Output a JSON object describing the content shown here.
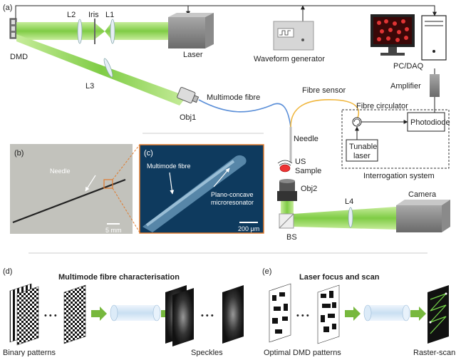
{
  "panels": {
    "a": "(a)",
    "b": "(b)",
    "c": "(c)",
    "d": "(d)",
    "e": "(e)"
  },
  "labels": {
    "dmd": "DMD",
    "l2": "L2",
    "iris": "Iris",
    "l1": "L1",
    "laser": "Laser",
    "waveform": "Waveform generator",
    "pc": "PC/DAQ",
    "amplifier": "Amplifier",
    "l3": "L3",
    "obj1": "Obj1",
    "mmf": "Multimode fibre",
    "fibre_sensor": "Fibre sensor",
    "fibre_circulator": "Fibre circulator",
    "photodiode": "Photodiode",
    "tunable1": "Tunable",
    "tunable2": "laser",
    "interrogation": "Interrogation system",
    "needle": "Needle",
    "us": "US",
    "sample": "Sample",
    "obj2": "Obj2",
    "l4": "L4",
    "camera": "Camera",
    "bs": "BS"
  },
  "inset_b": {
    "needle": "Needle",
    "scale": "5 mm"
  },
  "inset_c": {
    "mmf": "Multimode fibre",
    "res1": "Plano-concave",
    "res2": "microresonator",
    "scale": "200 μm"
  },
  "section_d": {
    "title": "Multimode fibre characterisation",
    "left": "Binary patterns",
    "right": "Speckles"
  },
  "section_e": {
    "title": "Laser focus and scan",
    "left": "Optimal DMD patterns",
    "right": "Raster-scan"
  },
  "colors": {
    "beam": "#8fd25a",
    "fibre_blue": "#5b8fd8",
    "fibre_yellow": "#f0b63c",
    "arrow_green": "#77b83d",
    "inset_border": "#e07a2c"
  }
}
